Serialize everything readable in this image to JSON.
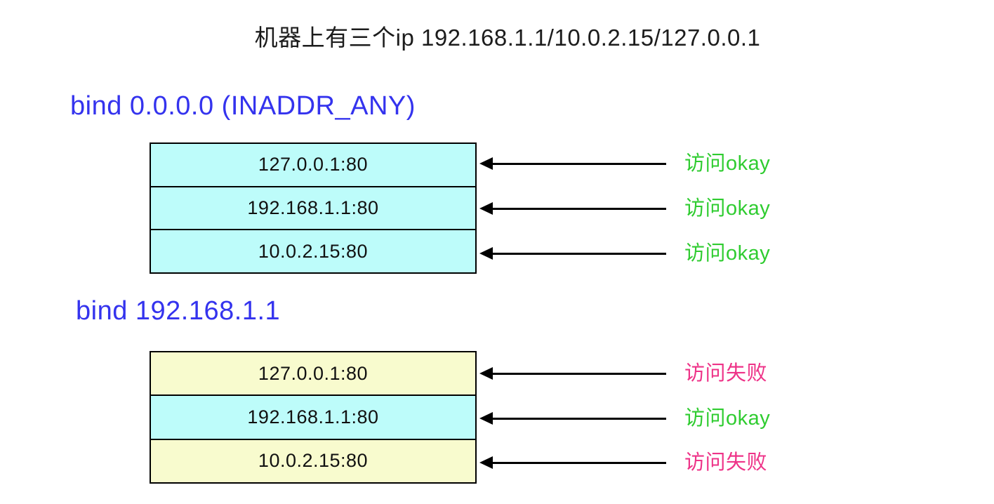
{
  "title": "机器上有三个ip 192.168.1.1/10.0.2.15/127.0.0.1",
  "colors": {
    "heading_blue": "#3433ee",
    "ok_green": "#2fcc30",
    "fail_pink": "#ee3388",
    "cyan_fill": "#bdfcfa",
    "yellow_fill": "#f8fbce",
    "arrow_black": "#000000"
  },
  "sections": [
    {
      "heading": "bind 0.0.0.0 (INADDR_ANY)",
      "rows": [
        {
          "label": "127.0.0.1:80",
          "fill": "cyan",
          "result": "访问okay",
          "status": "ok"
        },
        {
          "label": "192.168.1.1:80",
          "fill": "cyan",
          "result": "访问okay",
          "status": "ok"
        },
        {
          "label": "10.0.2.15:80",
          "fill": "cyan",
          "result": "访问okay",
          "status": "ok"
        }
      ]
    },
    {
      "heading": "bind 192.168.1.1",
      "rows": [
        {
          "label": "127.0.0.1:80",
          "fill": "yellow",
          "result": "访问失败",
          "status": "fail"
        },
        {
          "label": "192.168.1.1:80",
          "fill": "cyan",
          "result": "访问okay",
          "status": "ok"
        },
        {
          "label": "10.0.2.15:80",
          "fill": "yellow",
          "result": "访问失败",
          "status": "fail"
        }
      ]
    }
  ]
}
